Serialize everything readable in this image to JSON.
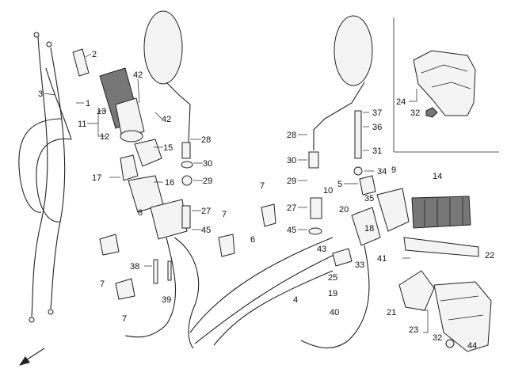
{
  "callouts": [
    {
      "id": "c1",
      "text": "1"
    },
    {
      "id": "c2",
      "text": "2"
    },
    {
      "id": "c3",
      "text": "3"
    },
    {
      "id": "c11",
      "text": "11"
    },
    {
      "id": "c13",
      "text": "13"
    },
    {
      "id": "c12",
      "text": "12"
    },
    {
      "id": "c42a",
      "text": "42"
    },
    {
      "id": "c42b",
      "text": "42"
    },
    {
      "id": "c15",
      "text": "15"
    },
    {
      "id": "c28a",
      "text": "28"
    },
    {
      "id": "c30a",
      "text": "30"
    },
    {
      "id": "c17",
      "text": "17"
    },
    {
      "id": "c16",
      "text": "16"
    },
    {
      "id": "c29a",
      "text": "29"
    },
    {
      "id": "c8",
      "text": "8"
    },
    {
      "id": "c27a",
      "text": "27"
    },
    {
      "id": "c45a",
      "text": "45"
    },
    {
      "id": "c7a",
      "text": "7"
    },
    {
      "id": "c7b",
      "text": "7"
    },
    {
      "id": "c7c",
      "text": "7"
    },
    {
      "id": "c7d",
      "text": "7"
    },
    {
      "id": "c38",
      "text": "38"
    },
    {
      "id": "c39",
      "text": "39"
    },
    {
      "id": "c6",
      "text": "6"
    },
    {
      "id": "c4",
      "text": "4"
    },
    {
      "id": "c28b",
      "text": "28"
    },
    {
      "id": "c30b",
      "text": "30"
    },
    {
      "id": "c29b",
      "text": "29"
    },
    {
      "id": "c27b",
      "text": "27"
    },
    {
      "id": "c45b",
      "text": "45"
    },
    {
      "id": "c10",
      "text": "10"
    },
    {
      "id": "c37",
      "text": "37"
    },
    {
      "id": "c36",
      "text": "36"
    },
    {
      "id": "c31",
      "text": "31"
    },
    {
      "id": "c34",
      "text": "34"
    },
    {
      "id": "c5",
      "text": "5"
    },
    {
      "id": "c35",
      "text": "35"
    },
    {
      "id": "c20",
      "text": "20"
    },
    {
      "id": "c18",
      "text": "18"
    },
    {
      "id": "c43",
      "text": "43"
    },
    {
      "id": "c33",
      "text": "33"
    },
    {
      "id": "c25",
      "text": "25"
    },
    {
      "id": "c19",
      "text": "19"
    },
    {
      "id": "c40",
      "text": "40"
    },
    {
      "id": "c9",
      "text": "9"
    },
    {
      "id": "c14",
      "text": "14"
    },
    {
      "id": "c41",
      "text": "41"
    },
    {
      "id": "c22",
      "text": "22"
    },
    {
      "id": "c21",
      "text": "21"
    },
    {
      "id": "c23",
      "text": "23"
    },
    {
      "id": "c32a",
      "text": "32"
    },
    {
      "id": "c44",
      "text": "44"
    },
    {
      "id": "c24",
      "text": "24"
    },
    {
      "id": "c32b",
      "text": "32"
    }
  ],
  "colors": {
    "ink": "#222222",
    "paper": "#ffffff",
    "shade": "#777777"
  },
  "icons": {
    "direction_arrow": "arrow-down-left-icon"
  }
}
